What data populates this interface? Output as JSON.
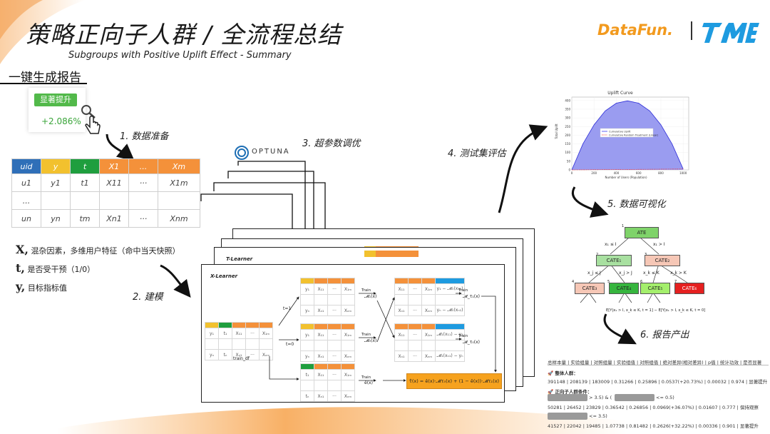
{
  "header": {
    "title": "策略正向子人群 / 全流程总结",
    "subtitle": "Subgroups with Positive Uplift Effect - Summary",
    "section": "一键生成报告",
    "logo_datafun": "DataFun.",
    "logo_tme": "TME"
  },
  "badge": {
    "label": "显著提升",
    "value": "+2.086%"
  },
  "steps": {
    "s1": "1. 数据准备",
    "s2": "2. 建模",
    "s3": "3. 超参数调优",
    "s4": "4. 测试集评估",
    "s5": "5. 数据可视化",
    "s6": "6. 报告产出"
  },
  "optuna": "OPTUNA",
  "data_table": {
    "header": [
      "uid",
      "y",
      "t",
      "X1",
      "...",
      "Xm"
    ],
    "rows": [
      [
        "u1",
        "y1",
        "t1",
        "X11",
        "···",
        "X1m"
      ],
      [
        "...",
        "",
        "",
        "",
        "",
        ""
      ],
      [
        "un",
        "yn",
        "tm",
        "Xn1",
        "···",
        "Xnm"
      ]
    ]
  },
  "legend": {
    "x_sym": "X,",
    "x_text": "混杂因素，多维用户特征（命中当天快照）",
    "t_sym": "t,",
    "t_text": "是否受干预（1/0）",
    "y_sym": "y,",
    "y_text": "目标指标值"
  },
  "learners": {
    "t_learner": "T-Learner",
    "x_learner": "X-Learner",
    "train_df": "train_df",
    "train": "Train",
    "t1": "t=1",
    "t0": "t=0",
    "m1": "𝓜₁(x)",
    "m0": "𝓜₀(x)",
    "md1": "𝓜_τ₁(x)",
    "md0": "𝓜_τ₀(x)",
    "ex": "ê(x)",
    "d1": "y₁ − 𝓜₀(x₁₁)",
    "dn": "yₙ − 𝓜₀(xₙ₁)",
    "e1": "𝓜₁(x₁₁) − y₁",
    "en": "𝓜₁(xₙ₁) − yₙ",
    "formula": "τ̂(x) = ê(x)·𝓜τ₀(x) + (1 − ê(x))·𝓜τ₁(x)"
  },
  "uplift_chart": {
    "title": "Uplift Curve",
    "xlabel": "Number of Users (Population)",
    "ylabel": "Total Uplift",
    "legend1": "Cumulative Uplift",
    "legend2": "Cumulative Random Treatment (Linear)",
    "xticks": [
      "0",
      "200",
      "400",
      "600",
      "800",
      "1000"
    ],
    "yticks": [
      "0",
      "50",
      "100",
      "150",
      "200",
      "250",
      "300",
      "350",
      "400"
    ]
  },
  "chart_data": {
    "type": "area",
    "title": "Uplift Curve",
    "xlabel": "Number of Users (Population)",
    "ylabel": "Total Uplift",
    "xlim": [
      0,
      1050
    ],
    "ylim": [
      0,
      420
    ],
    "series": [
      {
        "name": "Cumulative Uplift",
        "x": [
          0,
          100,
          200,
          300,
          400,
          500,
          600,
          700,
          800,
          900,
          1000
        ],
        "y": [
          0,
          150,
          260,
          340,
          385,
          398,
          385,
          340,
          260,
          150,
          5
        ]
      },
      {
        "name": "Cumulative Random Treatment (Linear)",
        "x": [
          0,
          1000
        ],
        "y": [
          0,
          5
        ]
      }
    ]
  },
  "tree": {
    "ate": "ATE",
    "c1": "CATE₁",
    "c2": "CATE₂",
    "c3": "CATE₃",
    "c4": "CATE₄",
    "c5": "CATE₅",
    "c6": "CATE₆",
    "n1": "1",
    "n2": "2",
    "n3": "3",
    "n4": "4",
    "n5": "5",
    "n6": "6",
    "n7": "7",
    "e_left": "x₁ ≤ I",
    "e_right": "x₁ > I",
    "e_ll": "x_j ≤ J",
    "e_lr": "x_j > J",
    "e_rl": "x_k ≤ K",
    "e_rr": "x_k > K",
    "bottom_formula": "E[Y|x₁ > I, x_k ≤ K, t = 1] − E[Y|x₁ > I, x_k ≤ K, t = 0]"
  },
  "report": {
    "header": "总样本量 | 实验组量 | 对照组量 | 实验组值 | 对照组值 | 绝对差异(相对差异) | p值 | 统计功效 | 是否显著",
    "all_title": "🚀 整体人群：",
    "all_row": "391148 | 208139 | 183009 | 0.31266 | 0.25896 | 0.0537(+20.73%) | 0.00032 | 0.974 | 显著提升",
    "pos_title": "🚀 正向子人群条件：",
    "cond1": "> 3.5) & (",
    "cond1b": "<= 0.5)",
    "row1": "50281 | 26452 | 23829 | 0.36542 | 0.26856 | 0.0969(+36.07%) | 0.01607 | 0.777 | 保持观察",
    "cond2": "<= 3.5)",
    "row2": "41527 | 22042 | 19485 | 1.07738 | 0.81482 | 0.2626(+32.22%) | 0.00336 | 0.901 | 显著提升"
  },
  "colors": {
    "orange": "#f4913a",
    "yellow": "#f2c12e",
    "green": "#1f9e3e",
    "blue": "#2f6fb8",
    "teal_blue": "#1e9be0"
  }
}
